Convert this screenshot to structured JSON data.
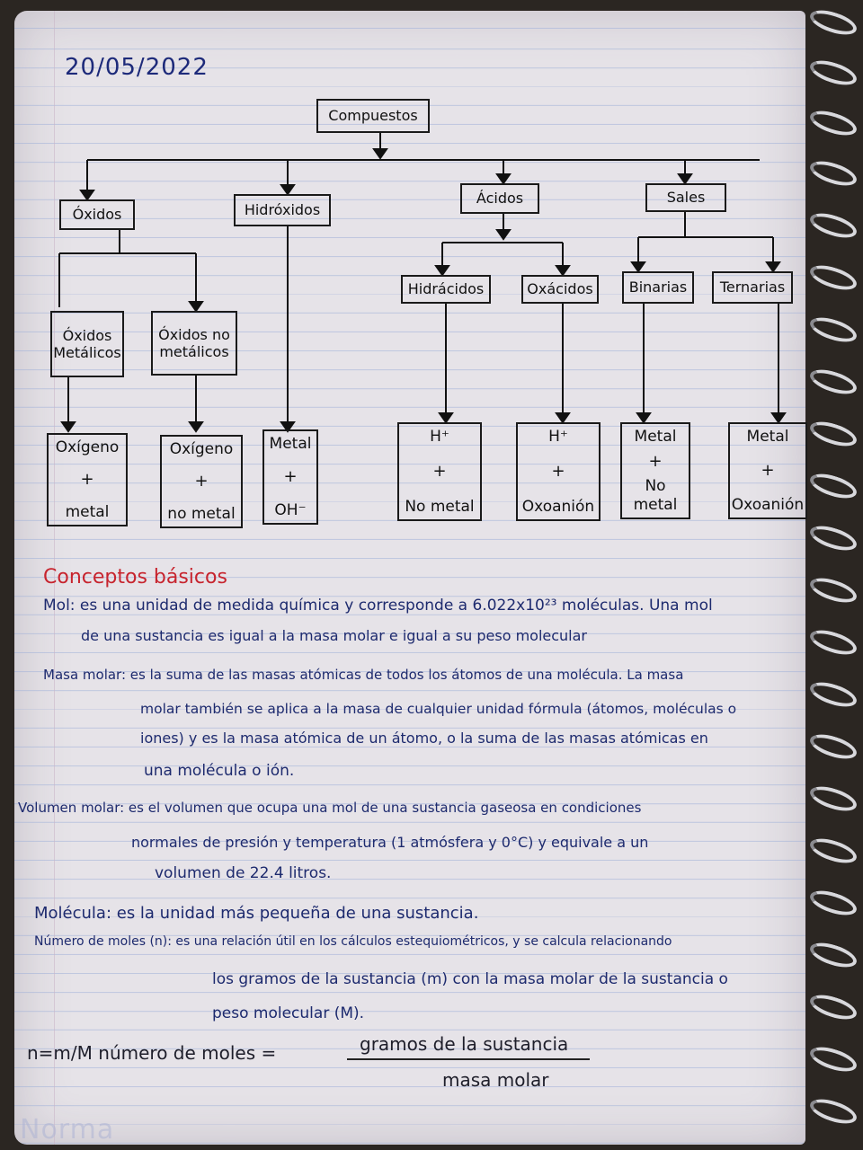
{
  "date": "20/05/2022",
  "diagram": {
    "root": "Compuestos",
    "level1": [
      "Óxidos",
      "Hidróxidos",
      "Ácidos",
      "Sales"
    ],
    "oxidos_children": [
      "Óxidos Metálicos",
      "Óxidos no metálicos"
    ],
    "acidos_children": [
      "Hidrácidos",
      "Oxácidos"
    ],
    "sales_children": [
      "Binarias",
      "Ternarias"
    ],
    "formulas": [
      [
        "Oxígeno",
        "+",
        "metal"
      ],
      [
        "Oxígeno",
        "+",
        "no metal"
      ],
      [
        "Metal",
        "+",
        "OH⁻"
      ],
      [
        "H⁺",
        "+",
        "No metal"
      ],
      [
        "H⁺",
        "+",
        "Oxoanión"
      ],
      [
        "Metal",
        "+",
        "No metal"
      ],
      [
        "Metal",
        "+",
        "Oxoanión"
      ]
    ]
  },
  "section_title": "Conceptos básicos",
  "notes": [
    {
      "line": "Mol: es una unidad de medida química y corresponde a 6.022x10²³ moléculas. Una mol"
    },
    {
      "line": "de una sustancia es igual a la masa molar e igual a su peso molecular"
    },
    {
      "line": "Masa molar: es la suma de las masas atómicas de todos los átomos de una molécula. La masa"
    },
    {
      "line": "molar también se aplica a la masa de cualquier unidad fórmula (átomos, moléculas o"
    },
    {
      "line": "iones) y es la masa atómica de un átomo, o la suma de las masas atómicas en"
    },
    {
      "line": "una molécula o ión."
    },
    {
      "line": "Volumen molar: es el volumen que ocupa una mol de una sustancia gaseosa en condiciones"
    },
    {
      "line": "normales de presión y temperatura (1 atmósfera y 0°C) y equivale a un"
    },
    {
      "line": "volumen de 22.4 litros."
    },
    {
      "line": "Molécula: es la unidad más pequeña de una sustancia."
    },
    {
      "line": "Número de moles (n): es una relación útil en los cálculos estequiométricos, y se calcula relacionando"
    },
    {
      "line": "los gramos de la sustancia (m) con la masa molar de la sustancia o"
    },
    {
      "line": "peso molecular (M)."
    }
  ],
  "formula": {
    "lhs": "n=m/M  número de moles =",
    "numerator": "gramos de la sustancia",
    "denominator": "masa molar"
  },
  "brand": "Norma"
}
